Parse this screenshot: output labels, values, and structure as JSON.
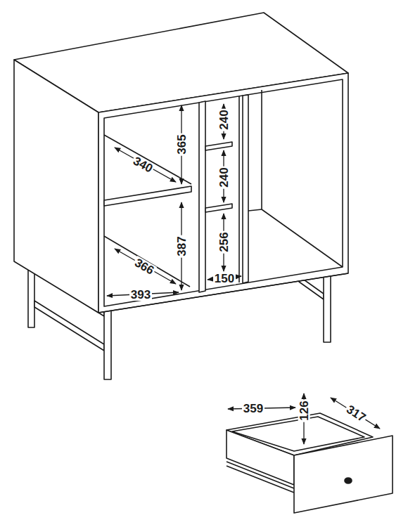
{
  "diagram": {
    "labels": [
      "365",
      "240",
      "340",
      "240",
      "387",
      "256",
      "366",
      "393",
      "150",
      "359",
      "126",
      "317"
    ]
  }
}
